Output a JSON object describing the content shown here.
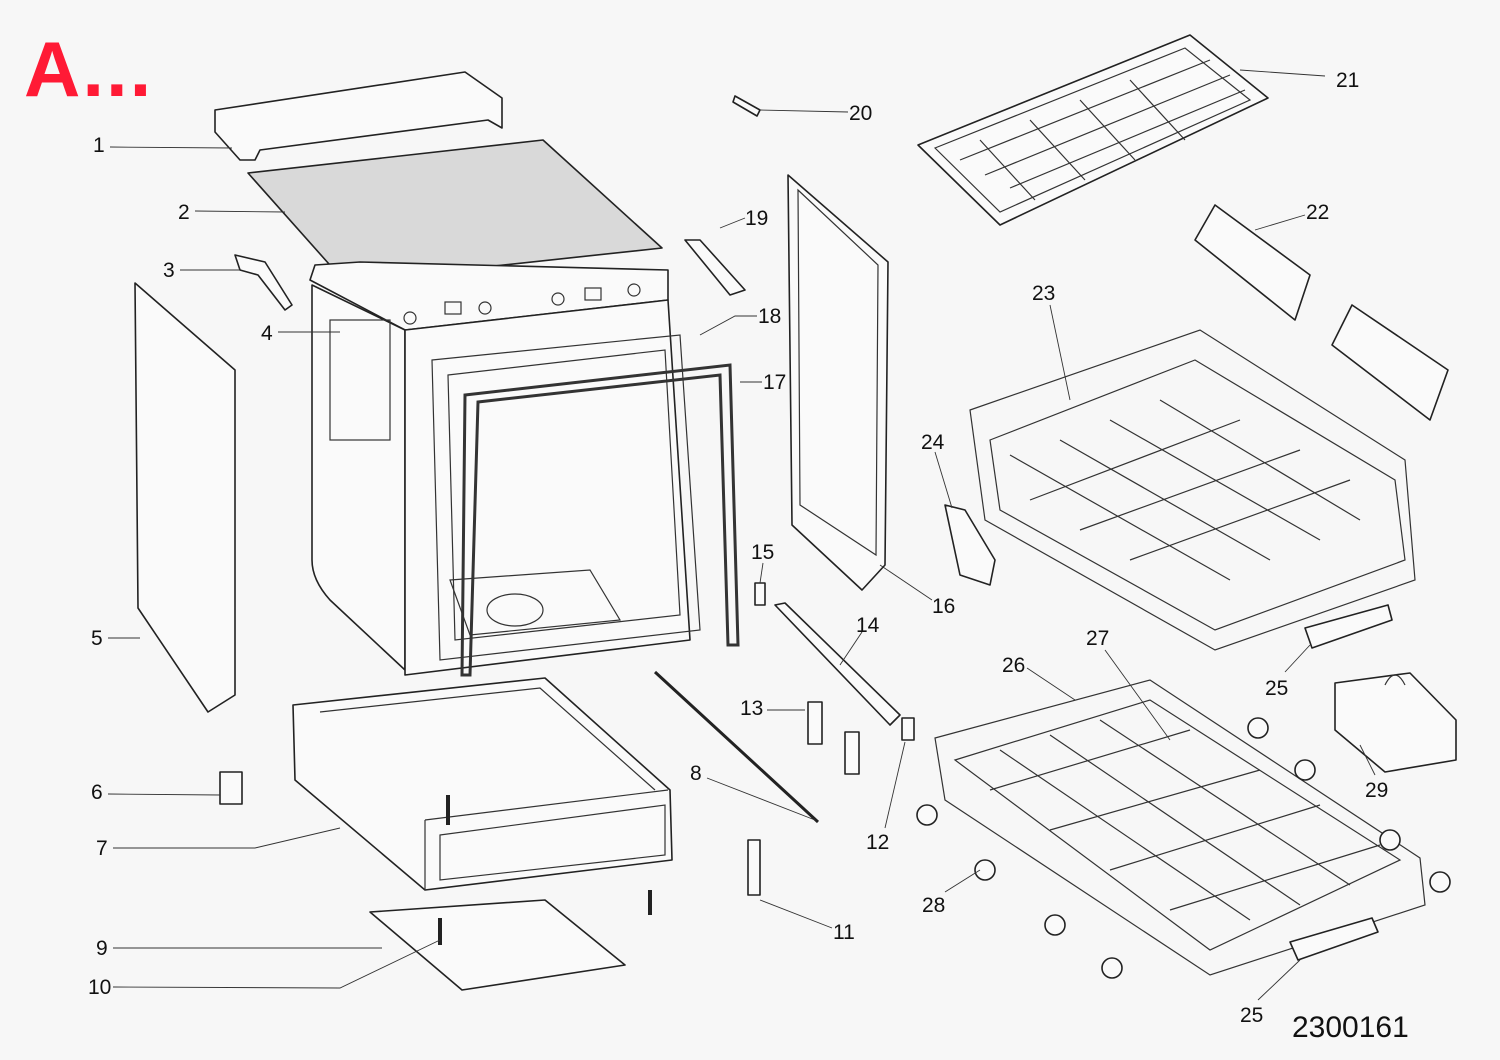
{
  "diagram_title": "A...",
  "drawing_code": "2300161",
  "colors": {
    "title": "#ff1a35",
    "background": "#f7f7f7",
    "panel": "#d9d9d9"
  },
  "labels": [
    "1",
    "2",
    "3",
    "4",
    "5",
    "6",
    "7",
    "8",
    "9",
    "10",
    "11",
    "12",
    "13",
    "14",
    "15",
    "16",
    "17",
    "18",
    "19",
    "20",
    "21",
    "22",
    "23",
    "24",
    "25",
    "25",
    "26",
    "27",
    "28",
    "29"
  ]
}
